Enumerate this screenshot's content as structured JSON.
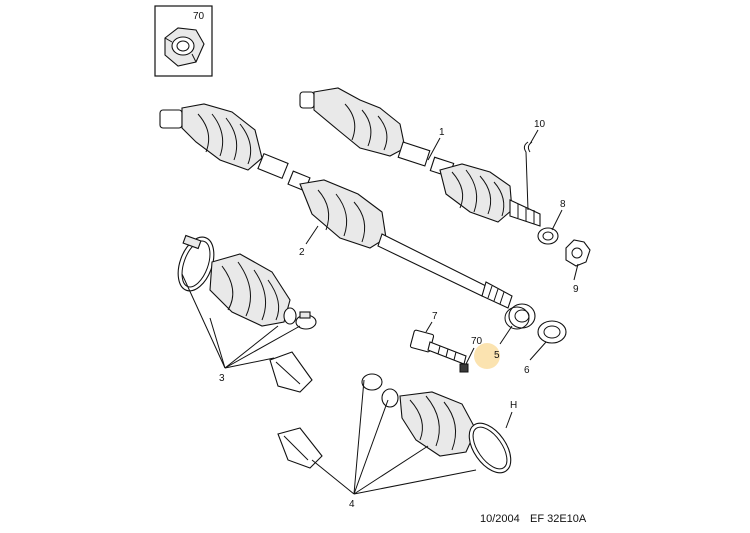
{
  "inset": {
    "ref": "70"
  },
  "callouts": [
    {
      "id": "1",
      "text": "1"
    },
    {
      "id": "2",
      "text": "2"
    },
    {
      "id": "3",
      "text": "3"
    },
    {
      "id": "4",
      "text": "4"
    },
    {
      "id": "5",
      "text": "5"
    },
    {
      "id": "6",
      "text": "6"
    },
    {
      "id": "7",
      "text": "7"
    },
    {
      "id": "8",
      "text": "8"
    },
    {
      "id": "9",
      "text": "9"
    },
    {
      "id": "10",
      "text": "10"
    },
    {
      "id": "70",
      "text": "70"
    },
    {
      "id": "H",
      "text": "H"
    }
  ],
  "footer": {
    "date": "10/2004",
    "code": "EF 32E10A"
  },
  "highlight_color": "#fbe3b0"
}
